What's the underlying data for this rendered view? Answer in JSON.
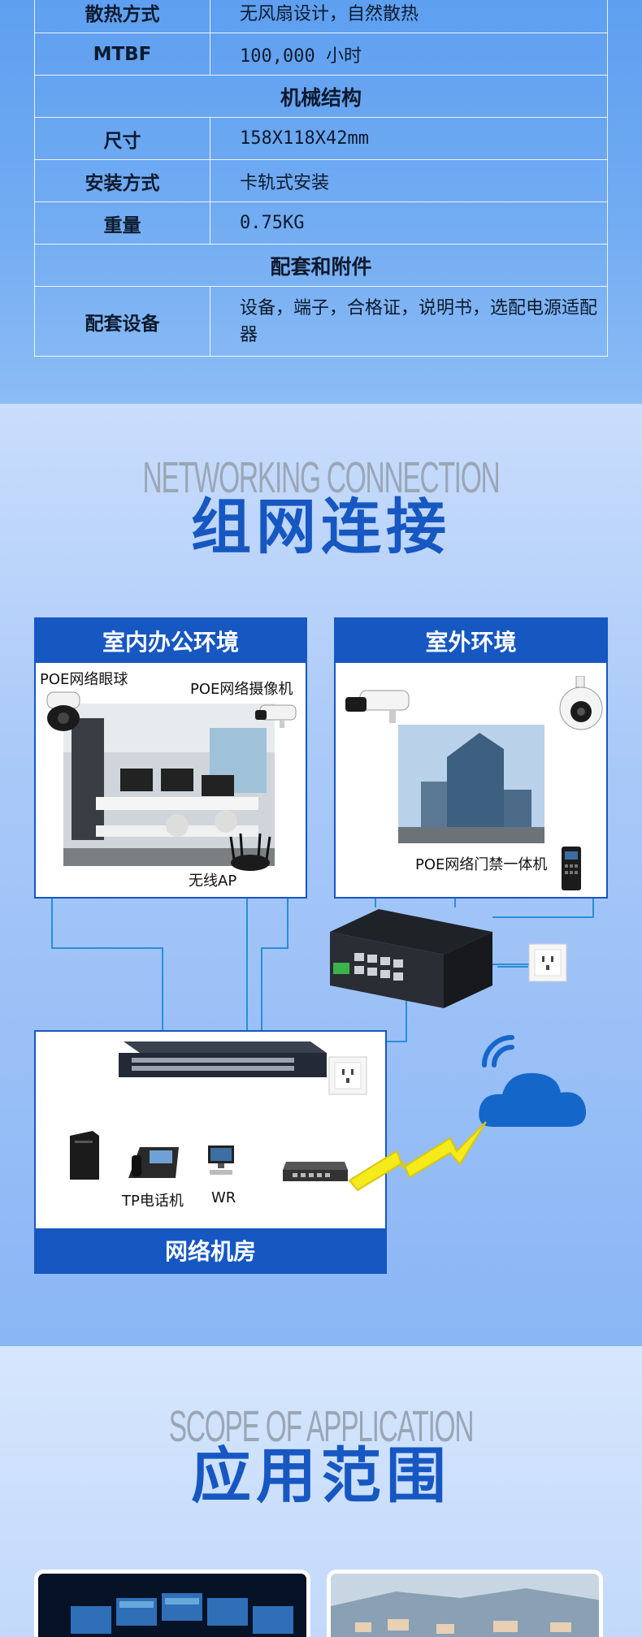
{
  "spec": {
    "rows": [
      {
        "key": "散热方式",
        "value": "无风扇设计，自然散热"
      },
      {
        "key": "MTBF",
        "value": "100,000 小时"
      },
      {
        "group": "机械结构"
      },
      {
        "key": "尺寸",
        "value": "158X118X42mm"
      },
      {
        "key": "安装方式",
        "value": "卡轨式安装"
      },
      {
        "key": "重量",
        "value": "0.75KG"
      },
      {
        "group": "配套和附件"
      },
      {
        "key": "配套设备",
        "value": "设备，端子，合格证，说明书，选配电源适配器"
      }
    ]
  },
  "networking": {
    "subtitle": "NETWORKING CONNECTION",
    "title": "组网连接",
    "indoor": {
      "heading": "室内办公环境",
      "label_dome": "POE网络眼球",
      "label_camera": "POE网络摄像机",
      "label_ap": "无线AP"
    },
    "outdoor": {
      "heading": "室外环境",
      "label_access": "POE网络门禁一体机"
    },
    "room": {
      "heading": "网络机房",
      "label_phone": "TP电话机",
      "label_wr": "WR"
    }
  },
  "application": {
    "subtitle": "SCOPE OF APPLICATION",
    "title": "应用范围"
  },
  "colors": {
    "brand_blue": "#1657c2",
    "line_blue": "#2a8fd6",
    "bolt_yellow": "#f5ea1a",
    "cloud_blue": "#1466c9"
  },
  "icons": [
    "dome-camera-icon",
    "bullet-camera-icon",
    "ptz-camera-icon",
    "wireless-ap-icon",
    "access-control-icon",
    "industrial-switch-icon",
    "rack-switch-icon",
    "power-socket-icon",
    "pc-tower-icon",
    "ip-phone-icon",
    "computer-icon",
    "router-icon",
    "cloud-icon",
    "wifi-signal-icon",
    "lightning-icon"
  ]
}
